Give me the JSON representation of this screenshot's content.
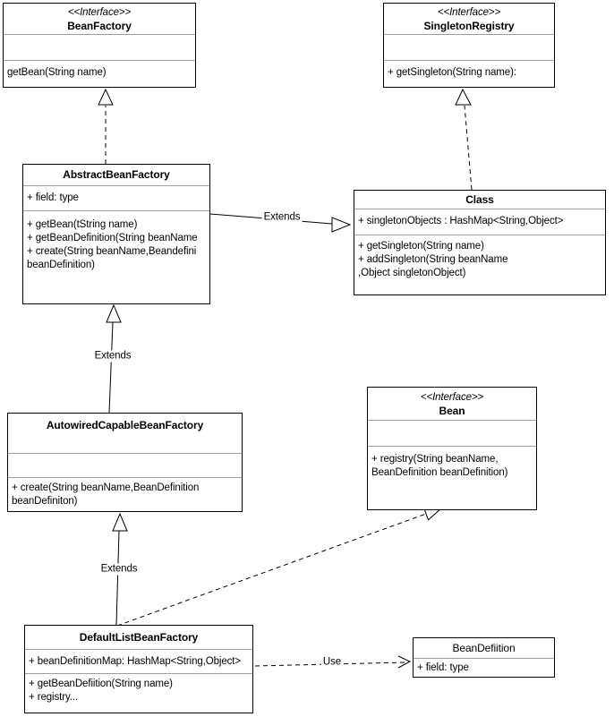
{
  "canvas": {
    "background": "#ffffff",
    "border_color": "#000000",
    "separator_color": "#9e9e9e"
  },
  "classes": {
    "beanFactory": {
      "stereotype": "<<Interface>>",
      "title": "BeanFactory",
      "methods": [
        "getBean(String name)"
      ]
    },
    "singletonRegistry": {
      "stereotype": "<<Interface>>",
      "title": "SingletonRegistry",
      "methods": [
        "+ getSingleton(String name):"
      ]
    },
    "abstractBeanFactory": {
      "title": "AbstractBeanFactory",
      "fields": [
        "+ field: type"
      ],
      "methods": [
        "+ getBean(tString name)",
        "+ getBeanDefinition(String beanName",
        "+ create(String beanName,Beandefini",
        "beanDefinition)"
      ]
    },
    "classClass": {
      "title": "Class",
      "fields": [
        "+ singletonObjects : HashMap<String,Object>"
      ],
      "methods": [
        "+ getSingleton(String name)",
        "+ addSingleton(String beanName",
        ",Object singletonObject)"
      ]
    },
    "autowiredCapableBeanFactory": {
      "title": "AutowiredCapableBeanFactory",
      "methods": [
        "+ create(String beanName,BeanDefinition",
        "beanDefiniton)"
      ]
    },
    "bean": {
      "stereotype": "<<Interface>>",
      "title": "Bean",
      "methods": [
        "+ registry(String beanName,",
        "BeanDefinition beanDefinition)"
      ]
    },
    "defaultListBeanFactory": {
      "title": "DefaultListBeanFactory",
      "fields": [
        "+ beanDefinitionMap: HashMap<String,Object>"
      ],
      "methods": [
        "+ getBeanDefiition(String name)",
        "+ registry..."
      ]
    },
    "beanDefiition": {
      "title": "BeanDefiition",
      "fields": [
        "+ field: type"
      ]
    }
  },
  "relationships": {
    "abstract_implements_beanfactory": {
      "type": "realization",
      "label": ""
    },
    "class_implements_singletonregistry": {
      "type": "realization",
      "label": ""
    },
    "abstract_extends_class": {
      "type": "generalization",
      "label": "Extends"
    },
    "autowired_extends_abstract": {
      "type": "generalization",
      "label": "Extends"
    },
    "defaultlist_extends_autowired": {
      "type": "generalization",
      "label": "Extends"
    },
    "defaultlist_implements_bean": {
      "type": "realization",
      "label": ""
    },
    "defaultlist_uses_beandefiition": {
      "type": "dependency",
      "label": "Use"
    }
  }
}
